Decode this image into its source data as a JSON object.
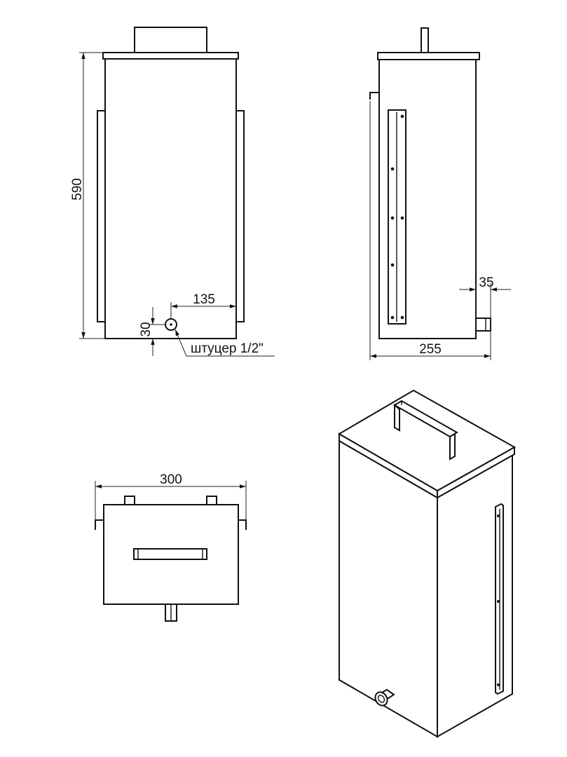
{
  "dimensions": {
    "height": "590",
    "outlet_offset": "135",
    "outlet_height": "30",
    "outlet_label": "штуцер 1/2\"",
    "outlet_depth": "35",
    "depth": "255",
    "width": "300"
  },
  "colors": {
    "line": "#111111",
    "background": "#ffffff"
  }
}
